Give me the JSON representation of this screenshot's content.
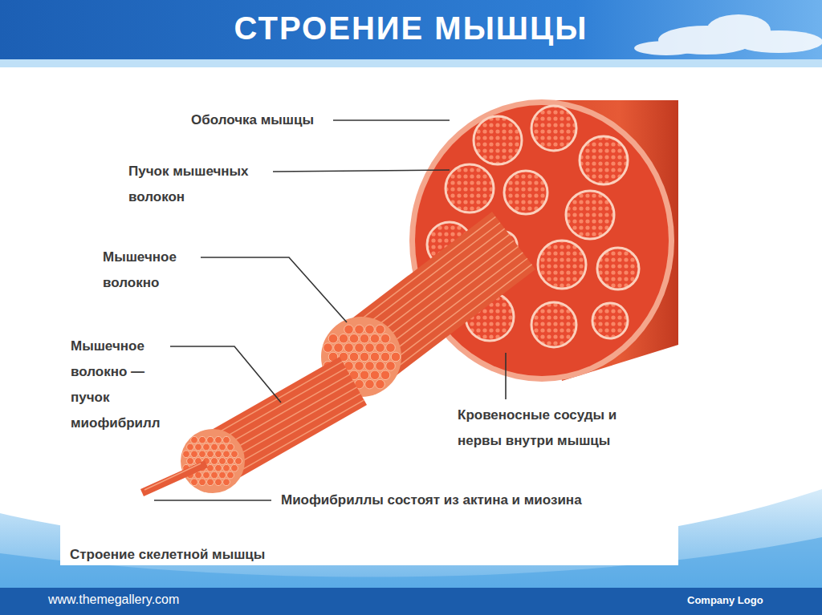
{
  "diagram": {
    "title": "СТРОЕНИЕ МЫШЦЫ",
    "caption": "Строение скелетной мышцы",
    "labels": [
      "Оболочка мышцы",
      "Пучок мышечных волокон",
      "Мышечное волокно",
      "Мышечное волокно — пучок миофибрилл",
      "Кровеносные сосуды и нервы внутри мышцы",
      "Миофибриллы состоят из актина и миозина",
      "www.themegallery.com",
      "Company Logo"
    ]
  }
}
